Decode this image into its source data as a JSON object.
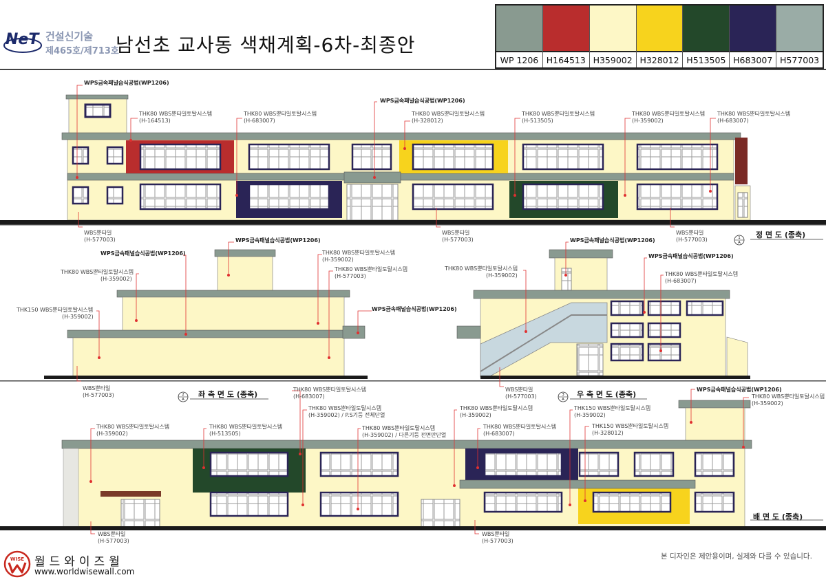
{
  "header": {
    "logo_mark_text": "NeT",
    "logo_line1": "건설신기술",
    "logo_line2": "제465호/제713호",
    "title": "남선초 교사동 색채계획-6차-최종안"
  },
  "colors": {
    "cream": "#fdf7c6",
    "gray_green": "#899a90",
    "red": "#b92d2d",
    "yellow": "#f7d31d",
    "green": "#23482a",
    "navy": "#2a2456",
    "light_gray": "#9aaca6"
  },
  "swatches": [
    {
      "code": "WP 1206",
      "color": "#899a90"
    },
    {
      "code": "H164513",
      "color": "#b92d2d"
    },
    {
      "code": "H359002",
      "color": "#fdf7c6"
    },
    {
      "code": "H328012",
      "color": "#f7d31d"
    },
    {
      "code": "H513505",
      "color": "#23482a"
    },
    {
      "code": "H683007",
      "color": "#2a2456"
    },
    {
      "code": "H577003",
      "color": "#9aaca6"
    }
  ],
  "labels": {
    "wps": "WPS금속패널습식공법(WP1206)",
    "thk80": "THK80 WBS뿐타일토탈시스템",
    "thk150": "THK150 WBS뿐타일토탈시스템",
    "wbs": "WBS뿐타일",
    "c164513": "(H-164513)",
    "c683007": "(H-683007)",
    "c328012": "(H-328012)",
    "c513505": "(H-513505)",
    "c359002": "(H-359002)",
    "c577003": "(H-577003)",
    "c359002_ps": "(H-359002) / P.S기둥 전체단열",
    "c359002_dr": "(H-359002) / 다른기둥 전면만단열"
  },
  "views": {
    "front": {
      "badge_num": "1",
      "badge_letter": "A",
      "title": "정  면  도 (종축)"
    },
    "left": {
      "badge_num": "2",
      "badge_letter": "A",
      "title": "좌 측 면 도 (종축)"
    },
    "right": {
      "badge_num": "3",
      "badge_letter": "A",
      "title": "우 측 면 도 (종축)"
    },
    "rear": {
      "title": "배  면  도 (종축)"
    }
  },
  "footer": {
    "brand_badge": "WISE",
    "brand_name": "월드와이즈월",
    "url": "www.worldwisewall.com",
    "note": "본 디자인은 제안용이며, 실제와 다를 수 있습니다."
  }
}
